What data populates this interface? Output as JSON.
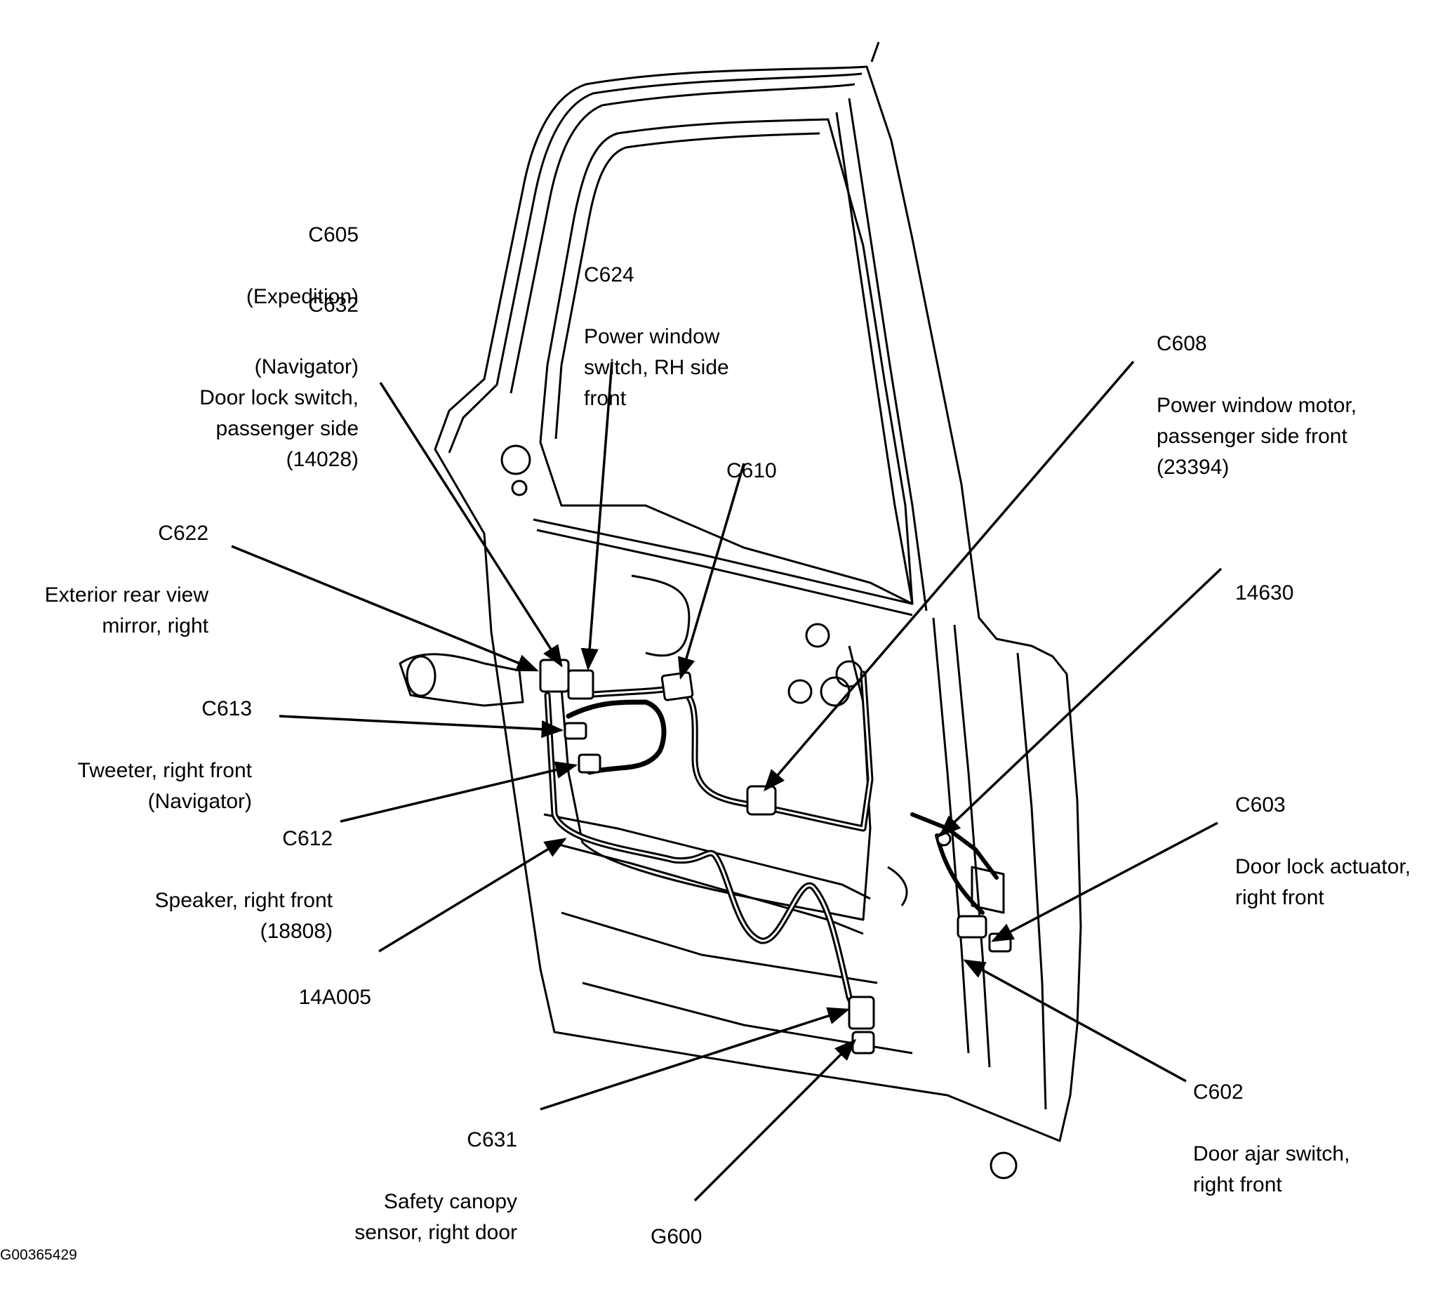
{
  "figure_id": "G00365429",
  "labels": {
    "c605": {
      "code": "C605",
      "text": "(Expedition)"
    },
    "c632": {
      "code": "C632",
      "text": "(Navigator)\nDoor lock switch,\npassenger side\n(14028)"
    },
    "c624": {
      "code": "C624",
      "text": "Power window\nswitch, RH side\nfront"
    },
    "c608": {
      "code": "C608",
      "text": "Power window motor,\npassenger side front\n(23394)"
    },
    "c610": {
      "code": "C610",
      "text": ""
    },
    "c622": {
      "code": "C622",
      "text": "Exterior rear view\nmirror, right"
    },
    "c613": {
      "code": "C613",
      "text": "Tweeter, right front\n(Navigator)"
    },
    "c612": {
      "code": "C612",
      "text": "Speaker, right front\n(18808)"
    },
    "h14a005": {
      "code": "14A005",
      "text": ""
    },
    "n14630": {
      "code": "14630",
      "text": ""
    },
    "c603": {
      "code": "C603",
      "text": "Door lock actuator,\nright front"
    },
    "c602": {
      "code": "C602",
      "text": "Door ajar switch,\nright front"
    },
    "c631": {
      "code": "C631",
      "text": "Safety canopy\nsensor, right door"
    },
    "g600": {
      "code": "G600",
      "text": ""
    }
  }
}
